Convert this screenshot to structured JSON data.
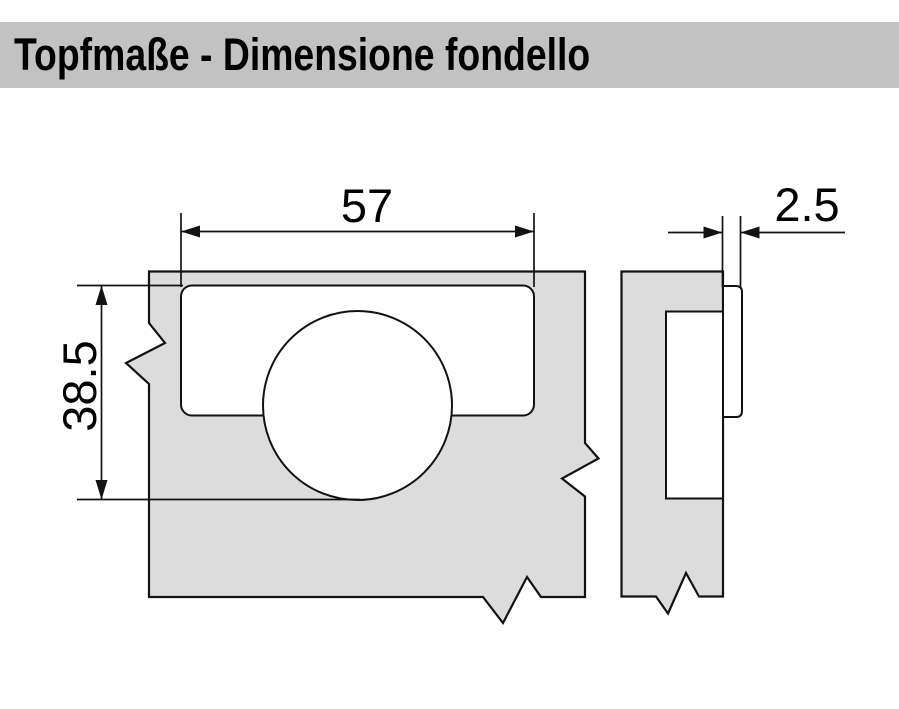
{
  "header": {
    "title": "Topfmaße - Dimensione fondello"
  },
  "colors": {
    "header_bg": "#c2c2c2",
    "panel_fill": "#dcdcdc",
    "line": "#121212",
    "text": "#000000",
    "background": "#ffffff"
  },
  "diagram": {
    "dimensions": {
      "cup_width": {
        "value": "57"
      },
      "cup_height": {
        "value": "38.5"
      },
      "rim_thickness": {
        "value": "2.5"
      }
    }
  }
}
